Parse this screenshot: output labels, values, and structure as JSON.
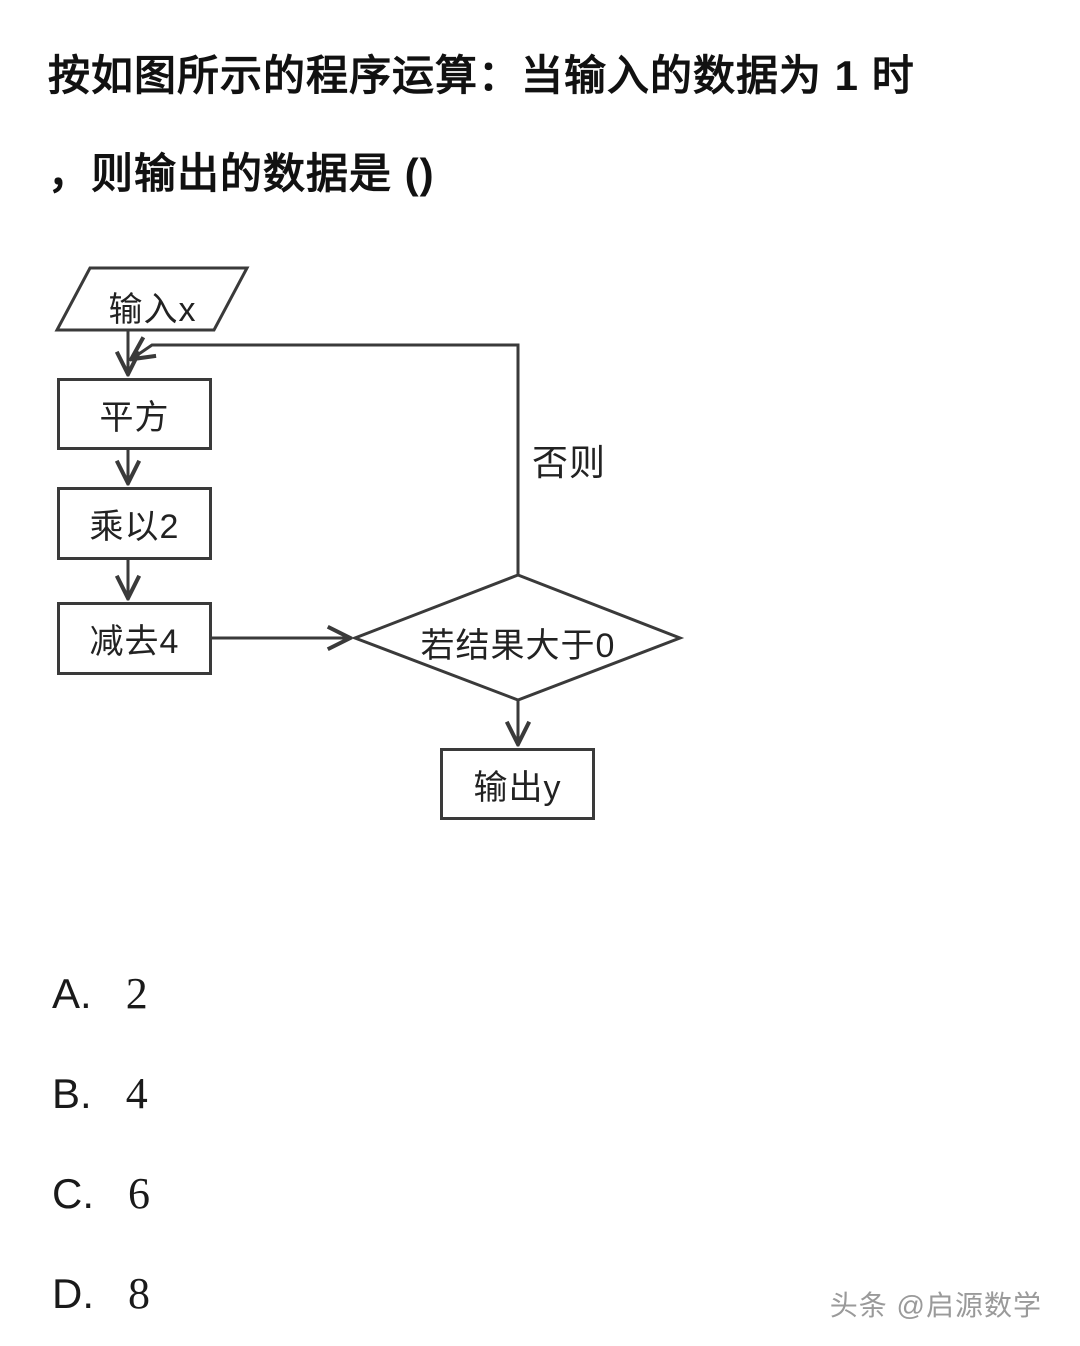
{
  "question": {
    "line1": "按如图所示的程序运算：当输入的数据为 1 时",
    "line2": "，则输出的数据是 ()"
  },
  "flowchart": {
    "input_label": "输入x",
    "step_square": "平方",
    "step_multiply": "乘以2",
    "step_subtract": "减去4",
    "decision_label": "若结果大于0",
    "otherwise_label": "否则",
    "output_label": "输出y"
  },
  "options": [
    {
      "label": "A.",
      "value": "2"
    },
    {
      "label": "B.",
      "value": "4"
    },
    {
      "label": "C.",
      "value": "6"
    },
    {
      "label": "D.",
      "value": "8"
    }
  ],
  "watermark": "头条 @启源数学"
}
